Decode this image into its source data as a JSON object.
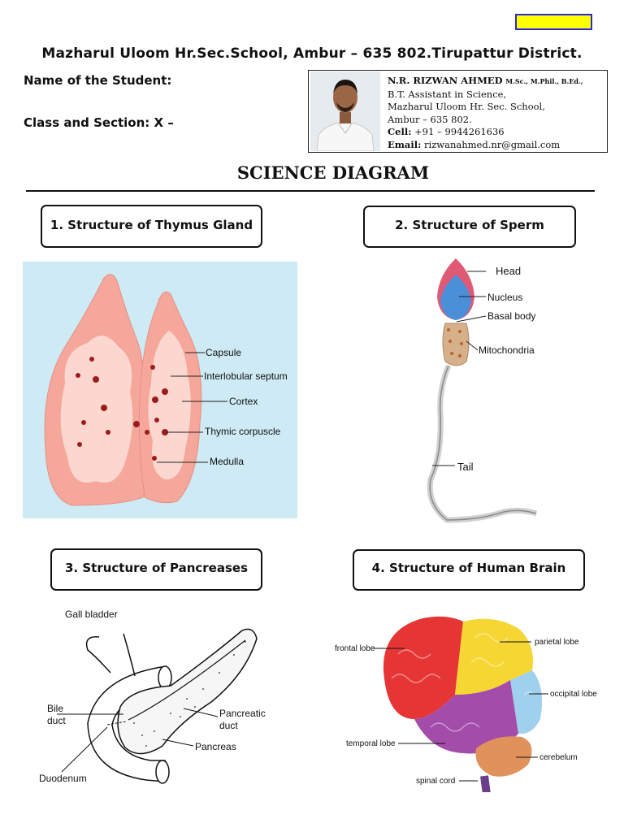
{
  "header": {
    "school_line": "Mazharul Uloom Hr.Sec.School, Ambur – 635 802.Tirupattur District.",
    "name_label": "Name of the Student:",
    "class_label": "Class and Section:  X –"
  },
  "teacher_card": {
    "name": "N.R. RIZWAN AHMED",
    "qualifications": "M.Sc., M.Phil., B.Ed.,",
    "designation": "B.T. Assistant in Science,",
    "school": "Mazharul Uloom Hr. Sec. School,",
    "town": "Ambur – 635 802.",
    "cell_label": "Cell:",
    "cell_value": "+91 – 9944261636",
    "email_label": "Email:",
    "email_value": "rizwanahmed.nr@gmail.com"
  },
  "page_title": "SCIENCE DIAGRAM",
  "diagrams": {
    "thymus": {
      "title": "1. Structure of Thymus Gland",
      "labels": [
        "Capsule",
        "Interlobular septum",
        "Cortex",
        "Thymic corpuscle",
        "Medulla"
      ]
    },
    "sperm": {
      "title": "2. Structure of Sperm",
      "labels": [
        "Head",
        "Nucleus",
        "Basal body",
        "Mitochondria",
        "Tail"
      ]
    },
    "pancreas": {
      "title": "3. Structure of Pancreases",
      "labels": [
        "Gall bladder",
        "Bile",
        "duct",
        "Pancreatic",
        "duct",
        "Pancreas",
        "Duodenum"
      ]
    },
    "brain": {
      "title": "4. Structure of Human Brain",
      "labels": [
        "frontal lobe",
        "parietal lobe",
        "occipital lobe",
        "temporal lobe",
        "cerebelum",
        "spinal cord"
      ]
    }
  },
  "colors": {
    "yellow_box": "#ffff00",
    "thymus_bg": "#cdeaf5",
    "thymus_lobe": "#f4a79a",
    "sperm_head": "#4a90d9"
  }
}
